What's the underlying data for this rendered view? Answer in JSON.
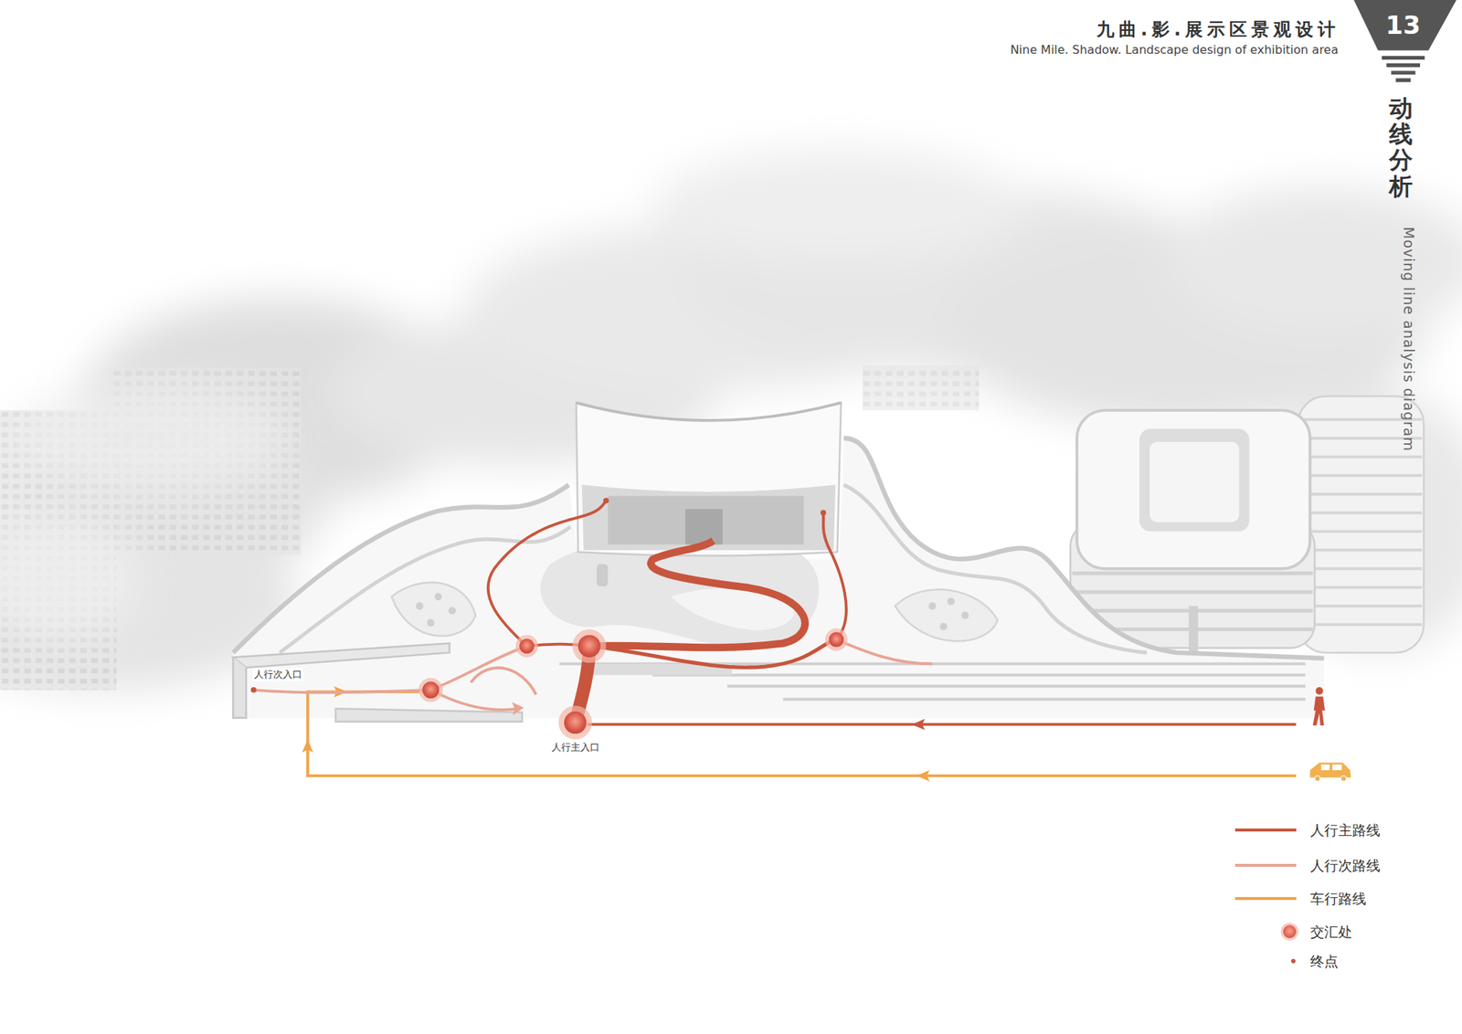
{
  "diagram": {
    "title": "九曲.影.展示区景观设计",
    "labels": [
      "Nine Mile. Shadow. Landscape design of exhibition area",
      "13",
      "动线分析",
      "Moving line analysis diagram",
      "人行次入口",
      "人行主入口"
    ],
    "legend": [
      {
        "text": "人行主路线",
        "color": "#c8553d"
      },
      {
        "text": "人行次路线",
        "color": "#e8a593"
      },
      {
        "text": "车行路线",
        "color": "#f2a347"
      },
      {
        "text": "交汇处"
      },
      {
        "text": "终点"
      }
    ]
  }
}
